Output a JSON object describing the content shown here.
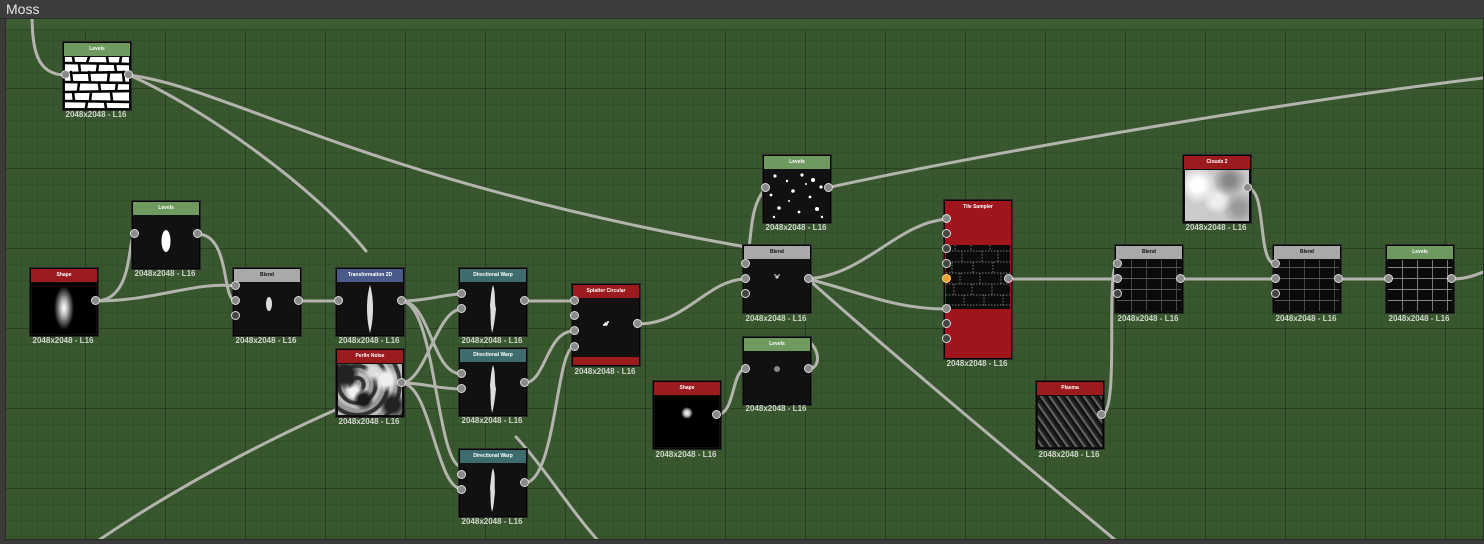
{
  "frame": {
    "title": "Moss"
  },
  "colors": {
    "canvas": "#38572f",
    "wire": "#b4b4ae",
    "hdr_levels": "#6f9a5f",
    "hdr_shape": "#9b1b1f",
    "hdr_gray": "#a9a9a9",
    "hdr_transform": "#4a5b8a",
    "hdr_warp": "#3c6c6e",
    "hdr_tile": "#a0141c"
  },
  "nodes": [
    {
      "id": "levels-1",
      "title": "Levels",
      "res": "2048x2048 - L16"
    },
    {
      "id": "levels-2",
      "title": "Levels",
      "res": "2048x2048 - L16"
    },
    {
      "id": "shape-1",
      "title": "Shape",
      "res": "2048x2048 - L16"
    },
    {
      "id": "blend-1",
      "title": "Blend",
      "res": "2048x2048 - L16"
    },
    {
      "id": "transform-2d",
      "title": "Transformation 2D",
      "res": "2048x2048 - L16"
    },
    {
      "id": "perlin-noise",
      "title": "Perlin Noise",
      "res": "2048x2048 - L16"
    },
    {
      "id": "dwarp-1",
      "title": "Directional Warp",
      "res": "2048x2048 - L16"
    },
    {
      "id": "dwarp-2",
      "title": "Directional Warp",
      "res": "2048x2048 - L16"
    },
    {
      "id": "dwarp-3",
      "title": "Directional Warp",
      "res": "2048x2048 - L16"
    },
    {
      "id": "splatter",
      "title": "Splatter Circular",
      "res": "2048x2048 - L16"
    },
    {
      "id": "shape-2",
      "title": "Shape",
      "res": "2048x2048 - L16"
    },
    {
      "id": "levels-3",
      "title": "Levels",
      "res": "2048x2048 - L16"
    },
    {
      "id": "blend-2",
      "title": "Blend",
      "res": "2048x2048 - L16"
    },
    {
      "id": "levels-4",
      "title": "Levels",
      "res": "2048x2048 - L16"
    },
    {
      "id": "tile-sampler",
      "title": "Tile Sampler",
      "res": "2048x2048 - L16"
    },
    {
      "id": "plasma",
      "title": "Plasma",
      "res": "2048x2048 - L16"
    },
    {
      "id": "blend-3",
      "title": "Blend",
      "res": "2048x2048 - L16"
    },
    {
      "id": "clouds-2",
      "title": "Clouds 2",
      "res": "2048x2048 - L16"
    },
    {
      "id": "blend-4",
      "title": "Blend",
      "res": "2048x2048 - L16"
    },
    {
      "id": "levels-5",
      "title": "Levels",
      "res": "2048x2048 - L16"
    }
  ]
}
